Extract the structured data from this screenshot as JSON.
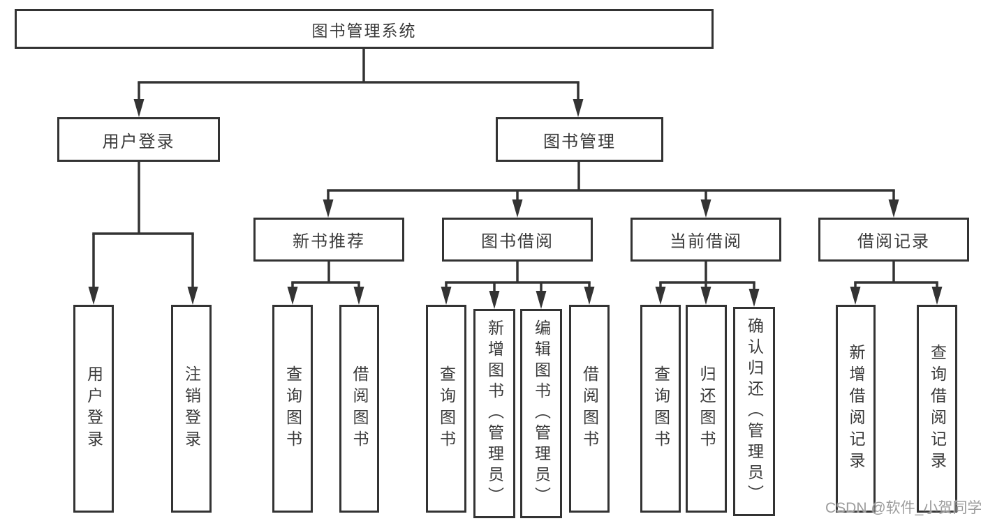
{
  "diagram": {
    "title": "图书管理系统"
  },
  "tree": {
    "label": "图书管理系统",
    "children": [
      {
        "label": "用户登录",
        "children": [
          {
            "label": "用户登录"
          },
          {
            "label": "注销登录"
          }
        ]
      },
      {
        "label": "图书管理",
        "children": [
          {
            "label": "新书推荐",
            "children": [
              {
                "label": "查询图书"
              },
              {
                "label": "借阅图书"
              }
            ]
          },
          {
            "label": "图书借阅",
            "children": [
              {
                "label": "查询图书"
              },
              {
                "label": "新增图书（管理员）"
              },
              {
                "label": "编辑图书（管理员）"
              },
              {
                "label": "借阅图书"
              }
            ]
          },
          {
            "label": "当前借阅",
            "children": [
              {
                "label": "查询图书"
              },
              {
                "label": "归还图书"
              },
              {
                "label": "确认归还（管理员）"
              }
            ]
          },
          {
            "label": "借阅记录",
            "children": [
              {
                "label": "新增借阅记录"
              },
              {
                "label": "查询借阅记录"
              }
            ]
          }
        ]
      }
    ]
  },
  "watermark": "CSDN @软件_小贺同学",
  "colors": {
    "line": "#333333",
    "border": "#333333",
    "text": "#3a3a3a",
    "background": "#ffffff",
    "watermark": "#9c9c9c"
  }
}
